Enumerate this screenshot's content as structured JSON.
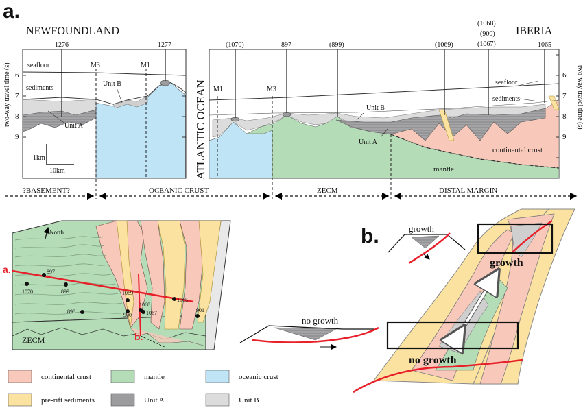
{
  "colors": {
    "continental_crust": "#f8c9bb",
    "mantle": "#b4dcb7",
    "oceanic_crust": "#bfe4f6",
    "pre_rift_sediments": "#fbe2a0",
    "unit_a": "#9c9c9e",
    "unit_b": "#dcdcdc",
    "fault_red": "#e8202a"
  },
  "panel_a": {
    "label": "a.",
    "left_title": "NEWFOUNDLAND",
    "right_title": "IBERIA",
    "ocean_label": "ATLANTIC OCEAN",
    "axis_label_left": "two-way travel time (s)",
    "axis_label_right": "two-way travel time (s)",
    "ticks_left": [
      "6",
      "7",
      "8",
      "9"
    ],
    "ticks_right": [
      "6",
      "7",
      "8",
      "9"
    ],
    "sites_left": [
      "1276",
      "1277"
    ],
    "sites_right": [
      "(1070)",
      "897",
      "(899)",
      "(1069)",
      "(1068)",
      "(900)",
      "(1067)",
      "1065"
    ],
    "magnetic_left": [
      "M3",
      "M1"
    ],
    "magnetic_right": [
      "M1",
      "M3"
    ],
    "layer_labels_left": {
      "seafloor": "seafloor",
      "sediments": "sediments",
      "unit_b": "Unit B",
      "unit_a": "Unit A"
    },
    "layer_labels_right": {
      "seafloor": "seafloor",
      "sediments": "sediments",
      "unit_b": "Unit B",
      "unit_a": "Unit A",
      "continental_crust": "continental crust",
      "mantle": "mantle"
    },
    "scale_vertical": "1km",
    "scale_horizontal": "10km",
    "domains": [
      "?BASEMENT?",
      "OCEANIC CRUST",
      "ZECM",
      "DISTAL MARGIN"
    ]
  },
  "map_3d": {
    "north": "North",
    "profile_label": "a.",
    "section_label": "b.",
    "zecm_label": "ZECM",
    "sites": [
      "897",
      "1070",
      "899",
      "1069",
      "1068",
      "900",
      "1067",
      "1065",
      "898",
      "901"
    ]
  },
  "panel_b": {
    "label": "b.",
    "growth_small": "growth",
    "growth_big": "growth",
    "no_growth_small": "no growth",
    "no_growth_big": "no growth"
  },
  "legend": [
    {
      "label": "continental crust",
      "color_key": "continental_crust"
    },
    {
      "label": "mantle",
      "color_key": "mantle"
    },
    {
      "label": "oceanic crust",
      "color_key": "oceanic_crust"
    },
    {
      "label": "pre-rift sediments",
      "color_key": "pre_rift_sediments"
    },
    {
      "label": "Unit A",
      "color_key": "unit_a"
    },
    {
      "label": "Unit B",
      "color_key": "unit_b"
    }
  ]
}
